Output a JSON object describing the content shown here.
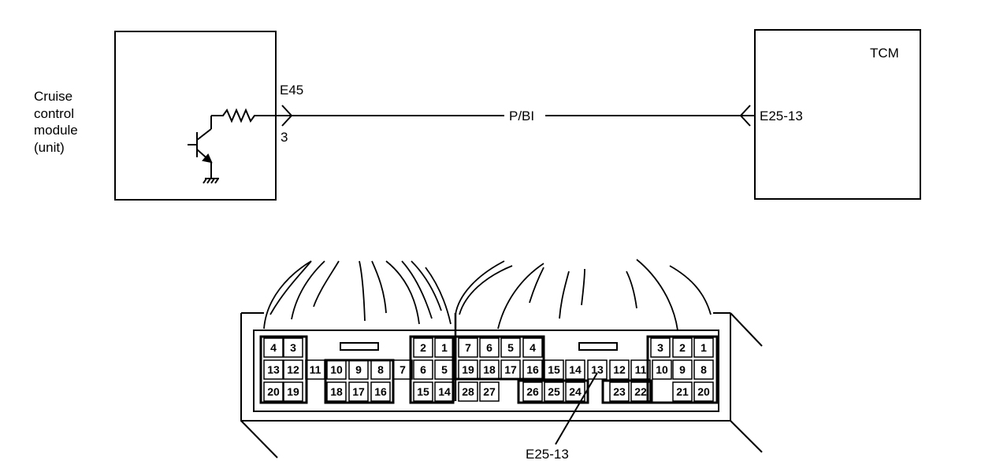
{
  "cruise_module": {
    "label_lines": [
      "Cruise",
      "control",
      "module",
      "(unit)"
    ],
    "connector_id": "E45",
    "pin": "3"
  },
  "wire": {
    "color_code": "P/BI"
  },
  "tcm": {
    "label": "TCM",
    "terminal": "E25-13"
  },
  "connector": {
    "callout": "E25-13",
    "pins": [
      [
        "4",
        "3",
        "2",
        "1",
        "7",
        "6",
        "5",
        "4",
        "3",
        "2",
        "1"
      ],
      [
        "13",
        "12",
        "11",
        "10",
        "9",
        "8",
        "7",
        "6",
        "5",
        "19",
        "18",
        "17",
        "16",
        "15",
        "14",
        "13",
        "12",
        "11",
        "10",
        "9",
        "8"
      ],
      [
        "20",
        "19",
        "18",
        "17",
        "16",
        "15",
        "14",
        "28",
        "27",
        "26",
        "25",
        "24",
        "23",
        "22",
        "21",
        "20"
      ]
    ]
  }
}
